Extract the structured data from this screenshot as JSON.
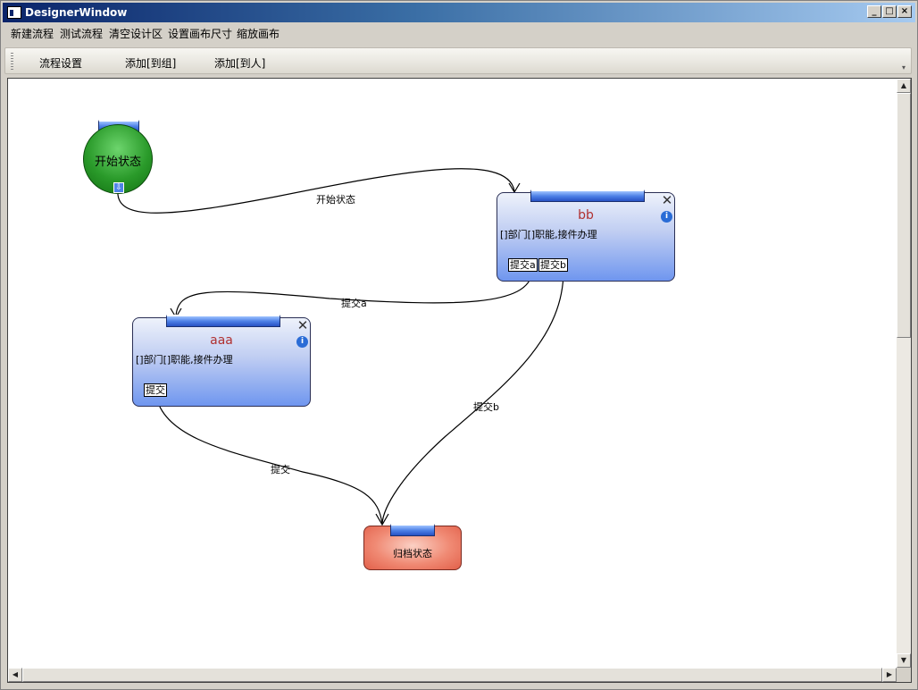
{
  "window": {
    "title": "DesignerWindow"
  },
  "menu": [
    "新建流程",
    "测试流程",
    "清空设计区",
    "设置画布尺寸",
    "缩放画布"
  ],
  "toolbar": [
    "流程设置",
    "添加[到组]",
    "添加[到人]"
  ],
  "nodes": {
    "start": {
      "label": "开始状态"
    },
    "bb": {
      "title": "bb",
      "desc": "[]部门[]职能,接件办理",
      "actions": [
        "提交a",
        "提交b"
      ]
    },
    "aaa": {
      "title": "aaa",
      "desc": "[]部门[]职能,接件办理",
      "actions": [
        "提交"
      ]
    },
    "end": {
      "label": "归档状态"
    }
  },
  "edges": [
    "开始状态",
    "提交a",
    "提交b",
    "提交"
  ],
  "colors": {
    "start": "#2a9a2a",
    "task": "#6f96ef",
    "end": "#f08a74",
    "title_accent": "#b03030"
  }
}
